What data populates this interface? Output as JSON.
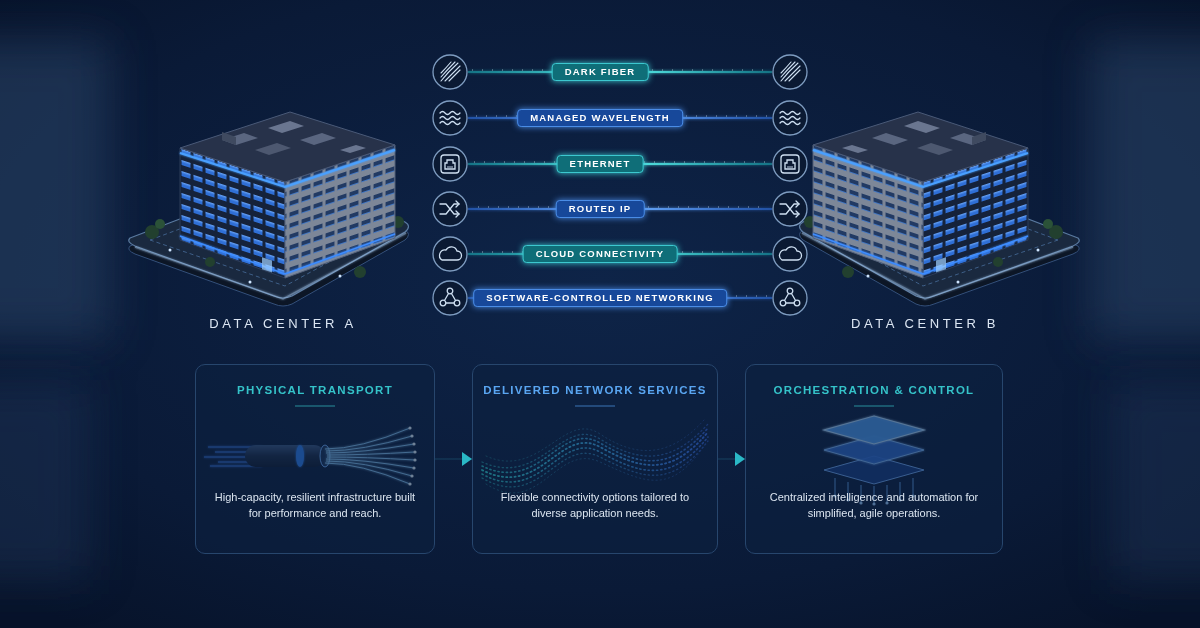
{
  "diagram": {
    "nodes": [
      {
        "text": [
          "DATA CENTER A"
        ]
      },
      {
        "text": [
          "DARK FIBER"
        ]
      },
      {
        "text": [
          "MANAGED WAVELENGTH"
        ]
      },
      {
        "text": [
          "ETHERNET"
        ]
      },
      {
        "text": [
          "ROUTED IP"
        ]
      },
      {
        "text": [
          "CLOUD CONNECTIVITY"
        ]
      },
      {
        "text": [
          "SOFTWARE-CONTROLLED NETWORKING"
        ]
      },
      {
        "text": [
          "DATA CENTER B"
        ]
      },
      {
        "text": [
          "PHYSICAL TRANSPORT",
          "High-capacity, resilient infrastructure built for performance and reach."
        ]
      },
      {
        "text": [
          "DELIVERED NETWORK SERVICES",
          "Flexible connectivity options tailored to diverse application needs."
        ]
      },
      {
        "text": [
          "ORCHESTRATION & CONTROL",
          "Centralized intelligence and automation for simplified, agile operations."
        ]
      }
    ],
    "edges": [
      {
        "from": 8,
        "to": 9,
        "arrow": "to"
      },
      {
        "from": 9,
        "to": 10,
        "arrow": "to"
      }
    ]
  }
}
